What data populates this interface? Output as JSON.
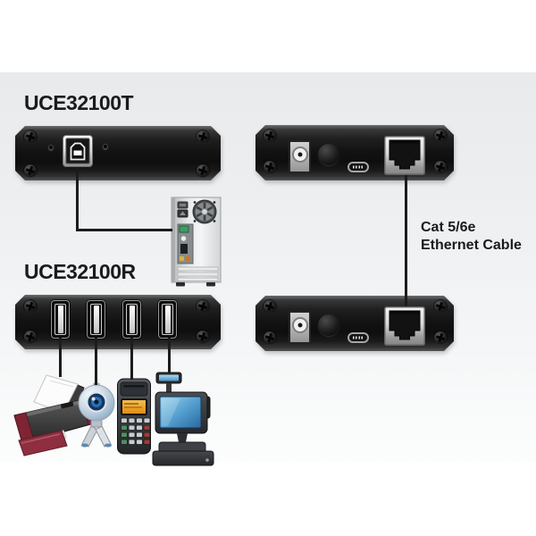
{
  "labels": {
    "transmitter": "UCE32100T",
    "receiver": "UCE32100R",
    "ethernet_cable_line1": "Cat 5/6e",
    "ethernet_cable_line2": "Ethernet Cable"
  },
  "colors": {
    "page_background": "#ffffff",
    "band_top": "#e8eaec",
    "band_bottom": "#fcfdfd",
    "device_body_dark": "#141414",
    "label_text": "#1b1b1b",
    "cable": "#1c1c1c",
    "port_metal": "#c9c9c9",
    "printer_accent_maroon": "#7e2433",
    "card_terminal_screen_orange": "#eda22a",
    "pos_screen_blue": "#55a0d0",
    "webcam_lens_blue": "#2a6fb0"
  },
  "devices": {
    "transmitter_panel": {
      "title": "UCE32100T",
      "ports": [
        "usb-b-port"
      ],
      "status_leds": 2,
      "corner_screws": 4
    },
    "top_extender_panel": {
      "ports": [
        "dc-power-jack",
        "push-button",
        "micro-usb-port",
        "rj45-ethernet-port"
      ],
      "corner_screws": 4
    },
    "receiver_panel": {
      "title": "UCE32100R",
      "ports": [
        "usb-a-port-1",
        "usb-a-port-2",
        "usb-a-port-3",
        "usb-a-port-4"
      ],
      "corner_screws": 4
    },
    "bottom_extender_panel": {
      "ports": [
        "dc-power-jack",
        "push-button",
        "micro-usb-port",
        "rj45-ethernet-port"
      ],
      "corner_screws": 4
    }
  },
  "connections": {
    "usb_cable": "transmitter-to-computer",
    "ethernet_cable_label": [
      "Cat 5/6e",
      "Ethernet Cable"
    ],
    "peripheral_cables": 4
  },
  "peripherals": [
    "computer-tower",
    "printer",
    "webcam",
    "card-payment-terminal",
    "pos-terminal"
  ]
}
